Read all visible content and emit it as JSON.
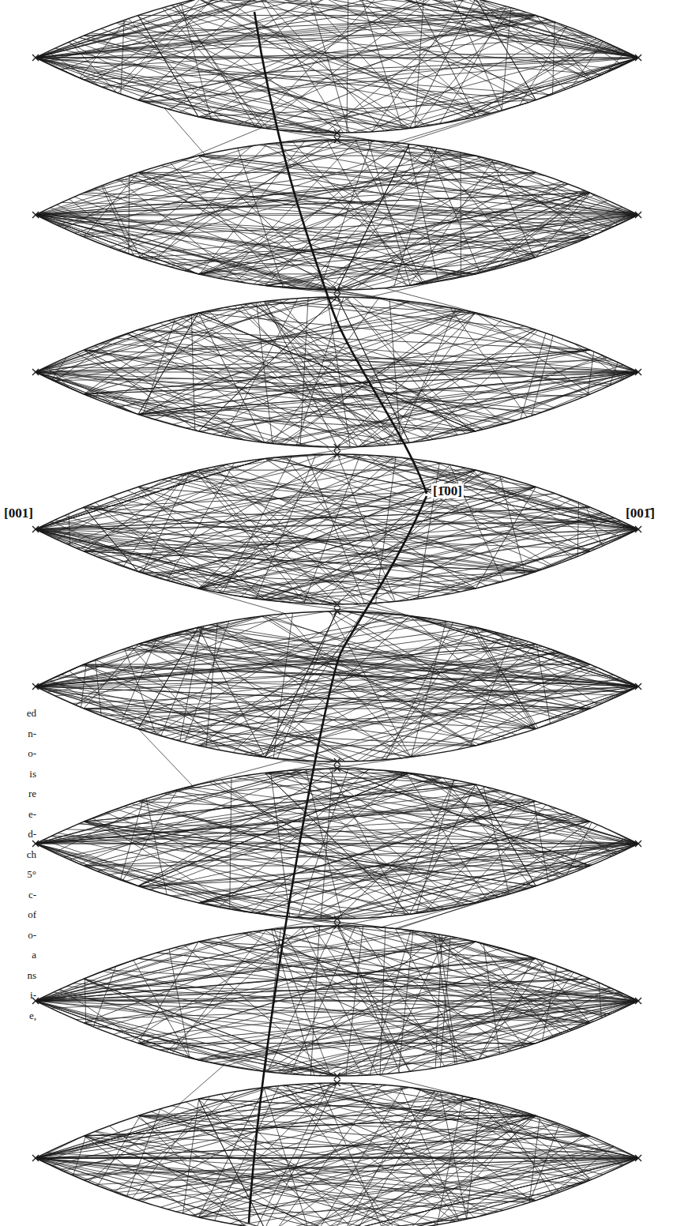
{
  "diagram": {
    "labels": [
      "[001]",
      "[001̄]",
      "[1̄00]",
      "ed",
      "n-",
      "o-",
      "is",
      "re",
      "e-",
      "d-",
      "ch",
      "5°",
      "c-",
      "of",
      "o-",
      "a",
      "ns",
      "i-",
      "e,"
    ]
  }
}
